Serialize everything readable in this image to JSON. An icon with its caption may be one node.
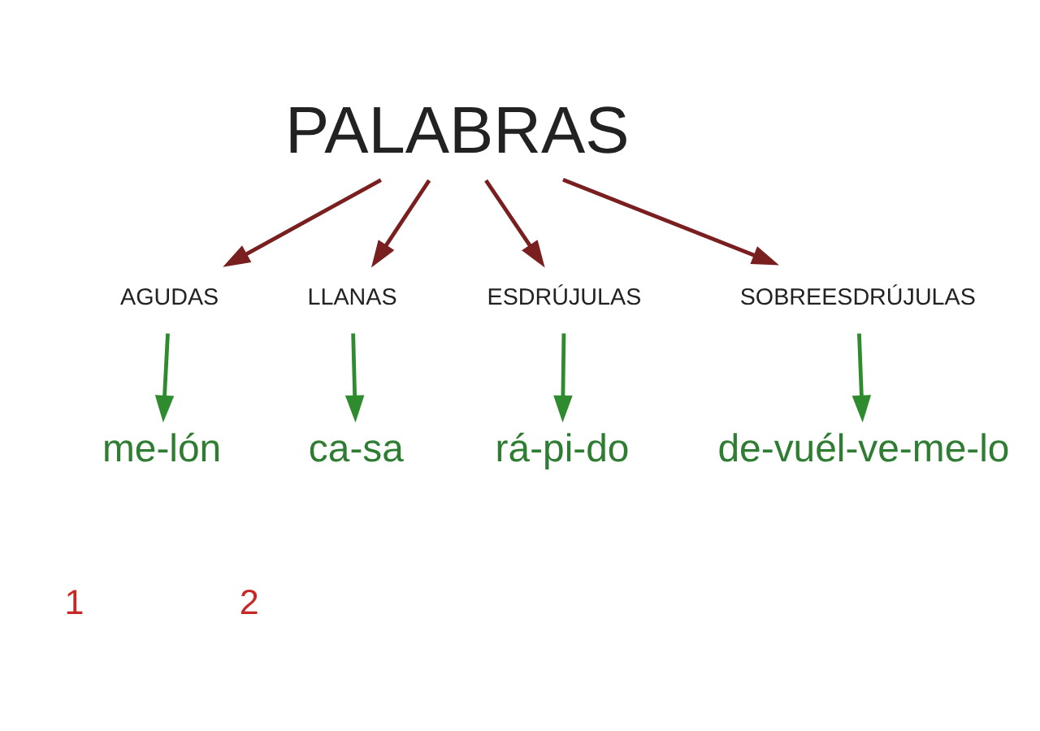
{
  "diagram": {
    "nodes": [
      {
        "text": [
          "PALABRAS"
        ]
      },
      {
        "text": [
          "AGUDAS"
        ]
      },
      {
        "text": [
          "LLANAS"
        ]
      },
      {
        "text": [
          "ESDRÚJULAS"
        ]
      },
      {
        "text": [
          "SOBREESDRÚJULAS"
        ]
      },
      {
        "text": [
          "me-lón"
        ]
      },
      {
        "text": [
          "ca-sa"
        ]
      },
      {
        "text": [
          "rá-pi-do"
        ]
      },
      {
        "text": [
          "de-vuél-ve-me-lo"
        ]
      }
    ],
    "edges": [
      {
        "from": 0,
        "to": 1,
        "arrow": "to",
        "color": "#7a1f1f"
      },
      {
        "from": 0,
        "to": 2,
        "arrow": "to",
        "color": "#7a1f1f"
      },
      {
        "from": 0,
        "to": 3,
        "arrow": "to",
        "color": "#7a1f1f"
      },
      {
        "from": 0,
        "to": 4,
        "arrow": "to",
        "color": "#7a1f1f"
      },
      {
        "from": 1,
        "to": 5,
        "arrow": "to",
        "color": "#2e8b2e"
      },
      {
        "from": 2,
        "to": 6,
        "arrow": "to",
        "color": "#2e8b2e"
      },
      {
        "from": 3,
        "to": 7,
        "arrow": "to",
        "color": "#2e8b2e"
      },
      {
        "from": 4,
        "to": 8,
        "arrow": "to",
        "color": "#2e8b2e"
      }
    ],
    "labels": [
      "1",
      "2"
    ]
  }
}
